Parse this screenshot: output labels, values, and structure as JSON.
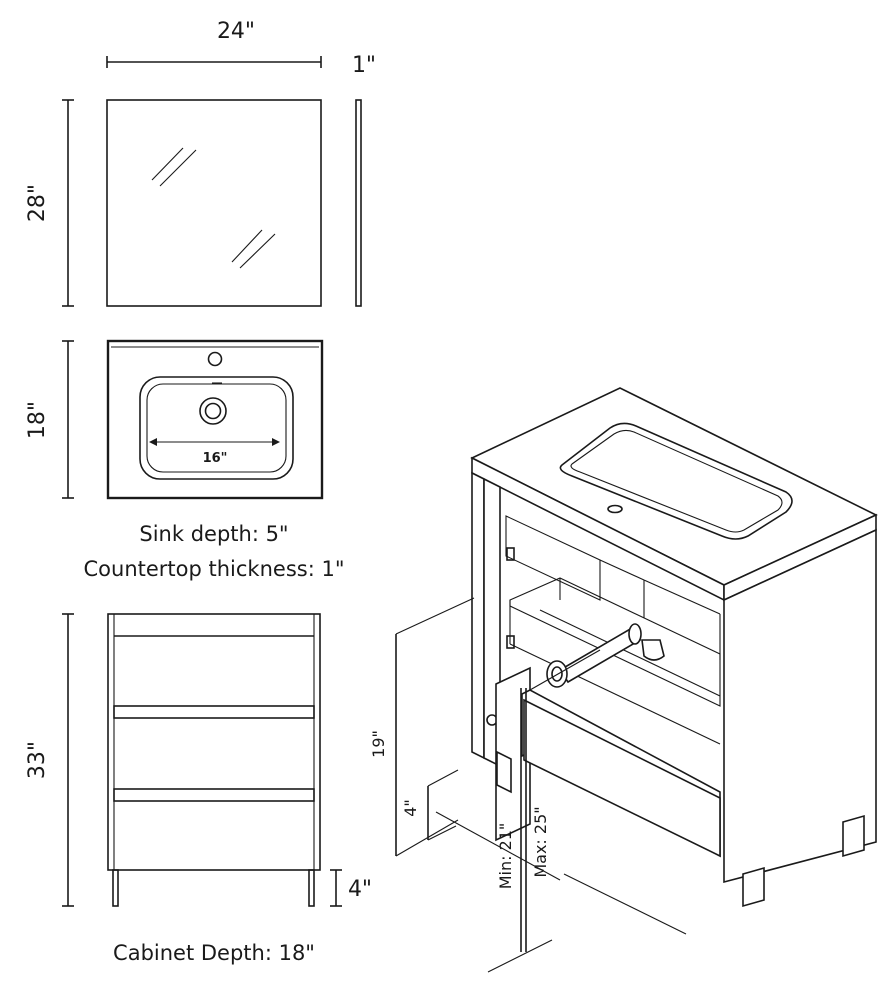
{
  "mirror": {
    "width_label": "24\"",
    "thickness_label": "1\"",
    "height_label": "28\""
  },
  "sink_top": {
    "depth_label": "18\"",
    "basin_width_label": "16\"",
    "sink_depth_caption": "Sink depth: 5\"",
    "countertop_caption": "Countertop thickness: 1\""
  },
  "cabinet": {
    "height_label": "33\"",
    "leg_label": "4\"",
    "depth_caption": "Cabinet Depth: 18\""
  },
  "iso": {
    "drain_height_label": "19\"",
    "leg_label": "4\"",
    "min_label": "Min: 21\"",
    "max_label": "Max: 25\""
  }
}
